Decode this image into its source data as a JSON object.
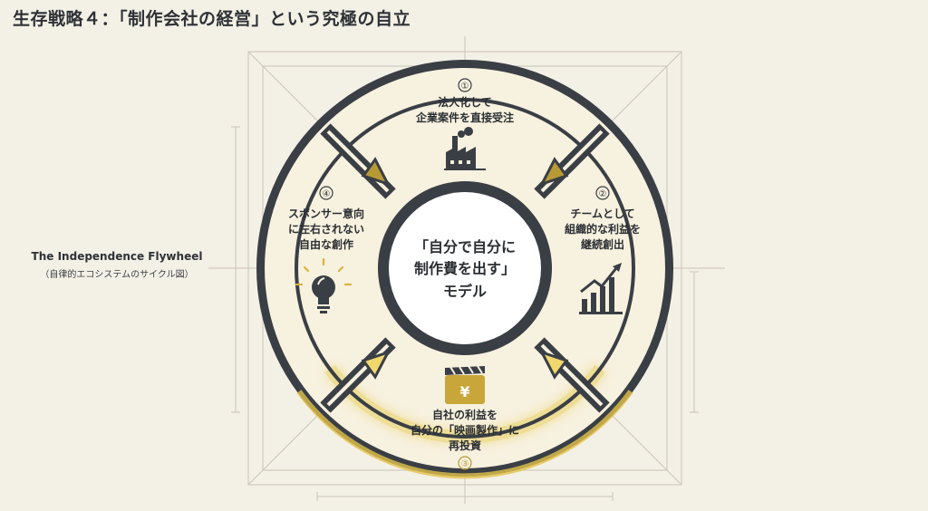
{
  "title": "生存戦略４：「制作会社の経営」という究極の自立",
  "flywheel": {
    "name_en": "The Independence Flywheel",
    "name_ja": "（自律的エコシステムのサイクル図）"
  },
  "center": {
    "line1": "「自分で自分に",
    "line2": "制作費を出す」",
    "line3": "モデル"
  },
  "steps": [
    {
      "number": "①",
      "lines": [
        "法人化して",
        "企業案件を直接受注"
      ],
      "icon": "factory-icon"
    },
    {
      "number": "②",
      "lines": [
        "チームとして",
        "組織的な利益を",
        "継続創出"
      ],
      "icon": "growth-chart-icon"
    },
    {
      "number": "③",
      "lines": [
        "自社の利益を",
        "自分の「映画製作」に",
        "再投資"
      ],
      "icon": "clapperboard-yen-icon",
      "highlighted": true
    },
    {
      "number": "④",
      "lines": [
        "スポンサー意向",
        "に左右されない",
        "自由な創作"
      ],
      "icon": "lightbulb-icon"
    }
  ],
  "colors": {
    "background": "#f3f0e6",
    "ring": "#3a3f45",
    "segment_fill": "#f7f1df",
    "accent_gold": "#b89a35",
    "highlight_glow": "#e8cd5a",
    "text": "#2b2f33",
    "guide_lines": "#cbc5b4"
  }
}
